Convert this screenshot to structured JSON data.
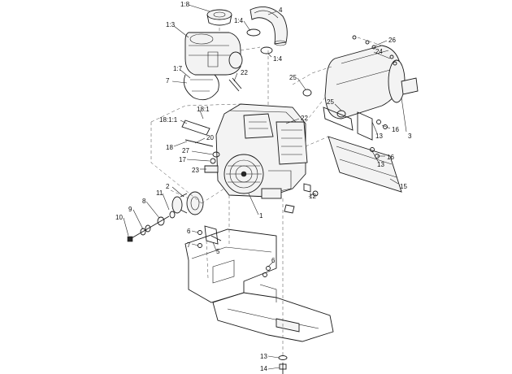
{
  "callouts": [
    {
      "id": "c-1-8",
      "text": "1:8"
    },
    {
      "id": "c-4",
      "text": "4"
    },
    {
      "id": "c-1-3",
      "text": "1:3"
    },
    {
      "id": "c-1-4a",
      "text": "1:4"
    },
    {
      "id": "c-1-4b",
      "text": "1:4"
    },
    {
      "id": "c-26",
      "text": "26"
    },
    {
      "id": "c-24",
      "text": "24"
    },
    {
      "id": "c-1-7",
      "text": "1:7"
    },
    {
      "id": "c-7a",
      "text": "7"
    },
    {
      "id": "c-22a",
      "text": "22"
    },
    {
      "id": "c-25a",
      "text": "25"
    },
    {
      "id": "c-18-1",
      "text": "18:1"
    },
    {
      "id": "c-25b",
      "text": "25"
    },
    {
      "id": "c-18-1-1",
      "text": "18:1:1"
    },
    {
      "id": "c-22b",
      "text": "22"
    },
    {
      "id": "c-16a",
      "text": "16"
    },
    {
      "id": "c-13a",
      "text": "13"
    },
    {
      "id": "c-3",
      "text": "3"
    },
    {
      "id": "c-20",
      "text": "20"
    },
    {
      "id": "c-18",
      "text": "18"
    },
    {
      "id": "c-27",
      "text": "27"
    },
    {
      "id": "c-17",
      "text": "17"
    },
    {
      "id": "c-16b",
      "text": "16"
    },
    {
      "id": "c-13b",
      "text": "13"
    },
    {
      "id": "c-23",
      "text": "23"
    },
    {
      "id": "c-15",
      "text": "15"
    },
    {
      "id": "c-2",
      "text": "2"
    },
    {
      "id": "c-11",
      "text": "11"
    },
    {
      "id": "c-12",
      "text": "12"
    },
    {
      "id": "c-8",
      "text": "8"
    },
    {
      "id": "c-9",
      "text": "9"
    },
    {
      "id": "c-1",
      "text": "1"
    },
    {
      "id": "c-10",
      "text": "10"
    },
    {
      "id": "c-6a",
      "text": "6"
    },
    {
      "id": "c-7b",
      "text": "7"
    },
    {
      "id": "c-5",
      "text": "5"
    },
    {
      "id": "c-6b",
      "text": "6"
    },
    {
      "id": "c-13c",
      "text": "13"
    },
    {
      "id": "c-14",
      "text": "14"
    }
  ]
}
